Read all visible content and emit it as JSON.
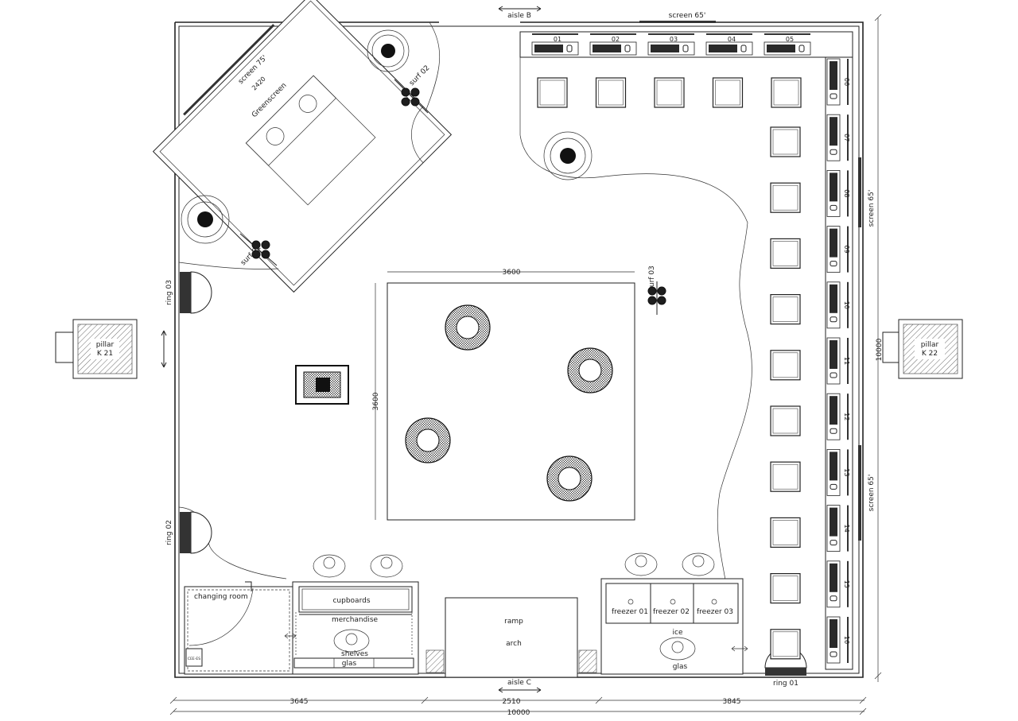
{
  "labels": {
    "aisle_b": "aisle B",
    "aisle_c": "aisle C",
    "screen_top": "screen 65'",
    "screen_right_1": "screen 65'",
    "screen_right_2": "screen 65'",
    "screen_75": "screen 75'",
    "dim_2420": "2420",
    "greenscreen": "Greenscreen",
    "surf_01": "surf 01",
    "surf_02": "surf 02",
    "surf_03": "surf 03",
    "ring_01": "ring 01",
    "ring_02": "ring 02",
    "ring_03": "ring 03",
    "pillar_k21_a": "pillar",
    "pillar_k21_b": "K 21",
    "pillar_k22_a": "pillar",
    "pillar_k22_b": "K 22",
    "dim_3600_h": "3600",
    "dim_3600_v": "3600",
    "dim_10000_v": "10000",
    "changing_room": "changing room",
    "cupboards": "cupboards",
    "merchandise": "merchandise",
    "shelves": "shelves",
    "glas_left": "glas",
    "ramp": "ramp",
    "arch": "arch",
    "freezer_01": "freezer 01",
    "freezer_02": "freezer 02",
    "freezer_03": "freezer 03",
    "ice": "ice",
    "glas_right": "glas",
    "dim_3645": "3645",
    "dim_2510": "2510",
    "dim_3845": "3845",
    "dim_10000_h": "10000"
  },
  "stations_top": [
    "01",
    "02",
    "03",
    "04",
    "05"
  ],
  "stations_right": [
    "06",
    "07",
    "08",
    "09",
    "10",
    "11",
    "12",
    "13",
    "14",
    "15",
    "16"
  ],
  "table_count_top": 5,
  "table_count_right": 10,
  "monogram": "CEE-ES"
}
